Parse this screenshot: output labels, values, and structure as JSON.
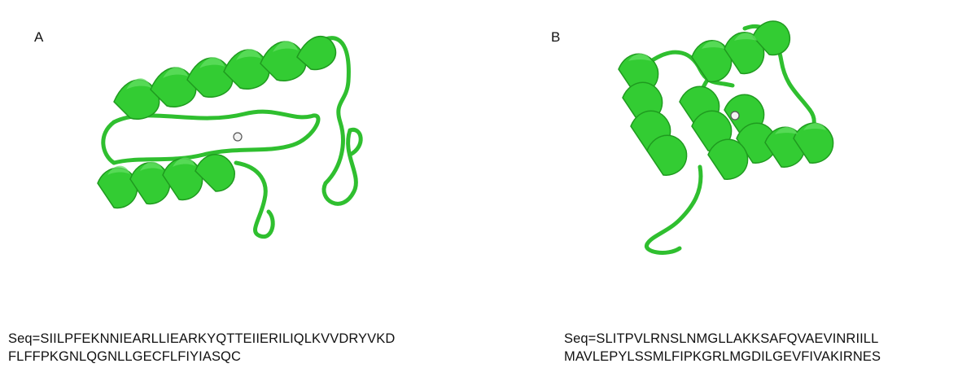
{
  "panels": [
    {
      "label": "A",
      "sequence_line1": "Seq=SIILPFEKNNIEARLLIEARKYQTTEIIERILIQLKVVDRYVKD",
      "sequence_line2": "FLFFPKGNLQGNLLGECFLFIYIASQC",
      "icon": "protein-structure-icon"
    },
    {
      "label": "B",
      "sequence_line1": "Seq=SLITPVLRNSLNMGLLAKKSAFQVAEVINRIILL",
      "sequence_line2": "MAVLEPYLSSMLFIPKGRLMGDILGEVFIVAKIRNES",
      "icon": "protein-structure-icon"
    }
  ],
  "colors": {
    "ribbon": "#33cc33",
    "ribbon_dark": "#1f9a1f",
    "ribbon_light": "#66e066"
  }
}
